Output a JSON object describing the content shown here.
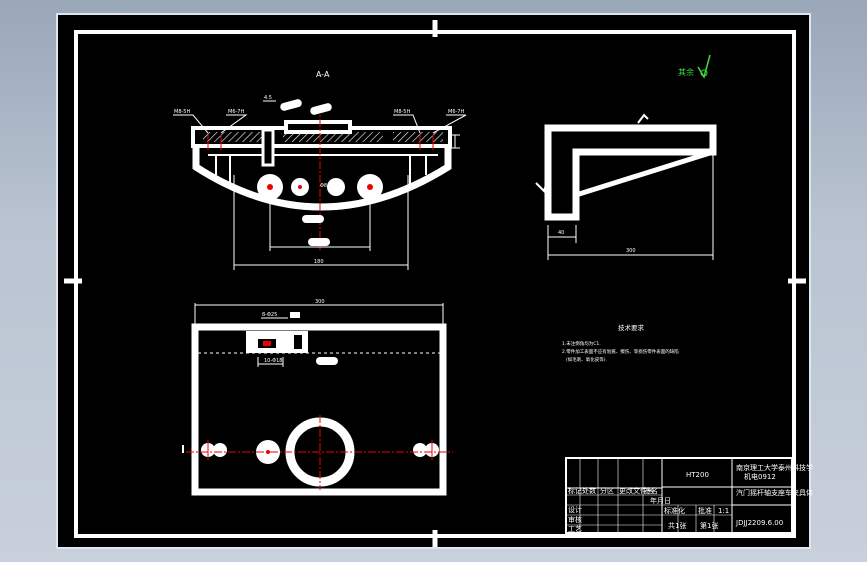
{
  "section_label": "A-A",
  "roughness_note": "其余",
  "technical_requirements": {
    "title": "技术要求",
    "items": [
      "1.未注倒角均为C1.",
      "2.零件加工表面不应有划痕、擦伤、等损伤零件表面的缺陷",
      "(如毛刺、氧化皮等)."
    ]
  },
  "dimensions": {
    "top_width": "300",
    "bracket_width": "300",
    "bracket_thickness": "40",
    "front_bottom": "180",
    "section_top": "4.5",
    "slot": "8-Φ25",
    "slot_width": "10-Φ18",
    "bore_left_a": "M8-5H",
    "bore_left_b": "M6-7H",
    "bore_right_a": "M8-5H",
    "bore_right_b": "M6-7H",
    "phi_label": "Φ8",
    "bottom_dim": "180"
  },
  "title_block": {
    "material": "HT200",
    "school": "南京理工大学泰州科技学院",
    "dept": "机电0912",
    "drawing_name": "汽门摇杆轴支座车夹具体",
    "drawing_number": "JDJJ2209.6.00",
    "scale": "1:1",
    "rows": [
      "标记",
      "处数",
      "分区",
      "更改文件号",
      "签名",
      "年月日"
    ],
    "roles": [
      "设计",
      "审核",
      "工艺",
      "标准化",
      "批准"
    ],
    "footer": [
      "共1张",
      "第1张"
    ]
  }
}
